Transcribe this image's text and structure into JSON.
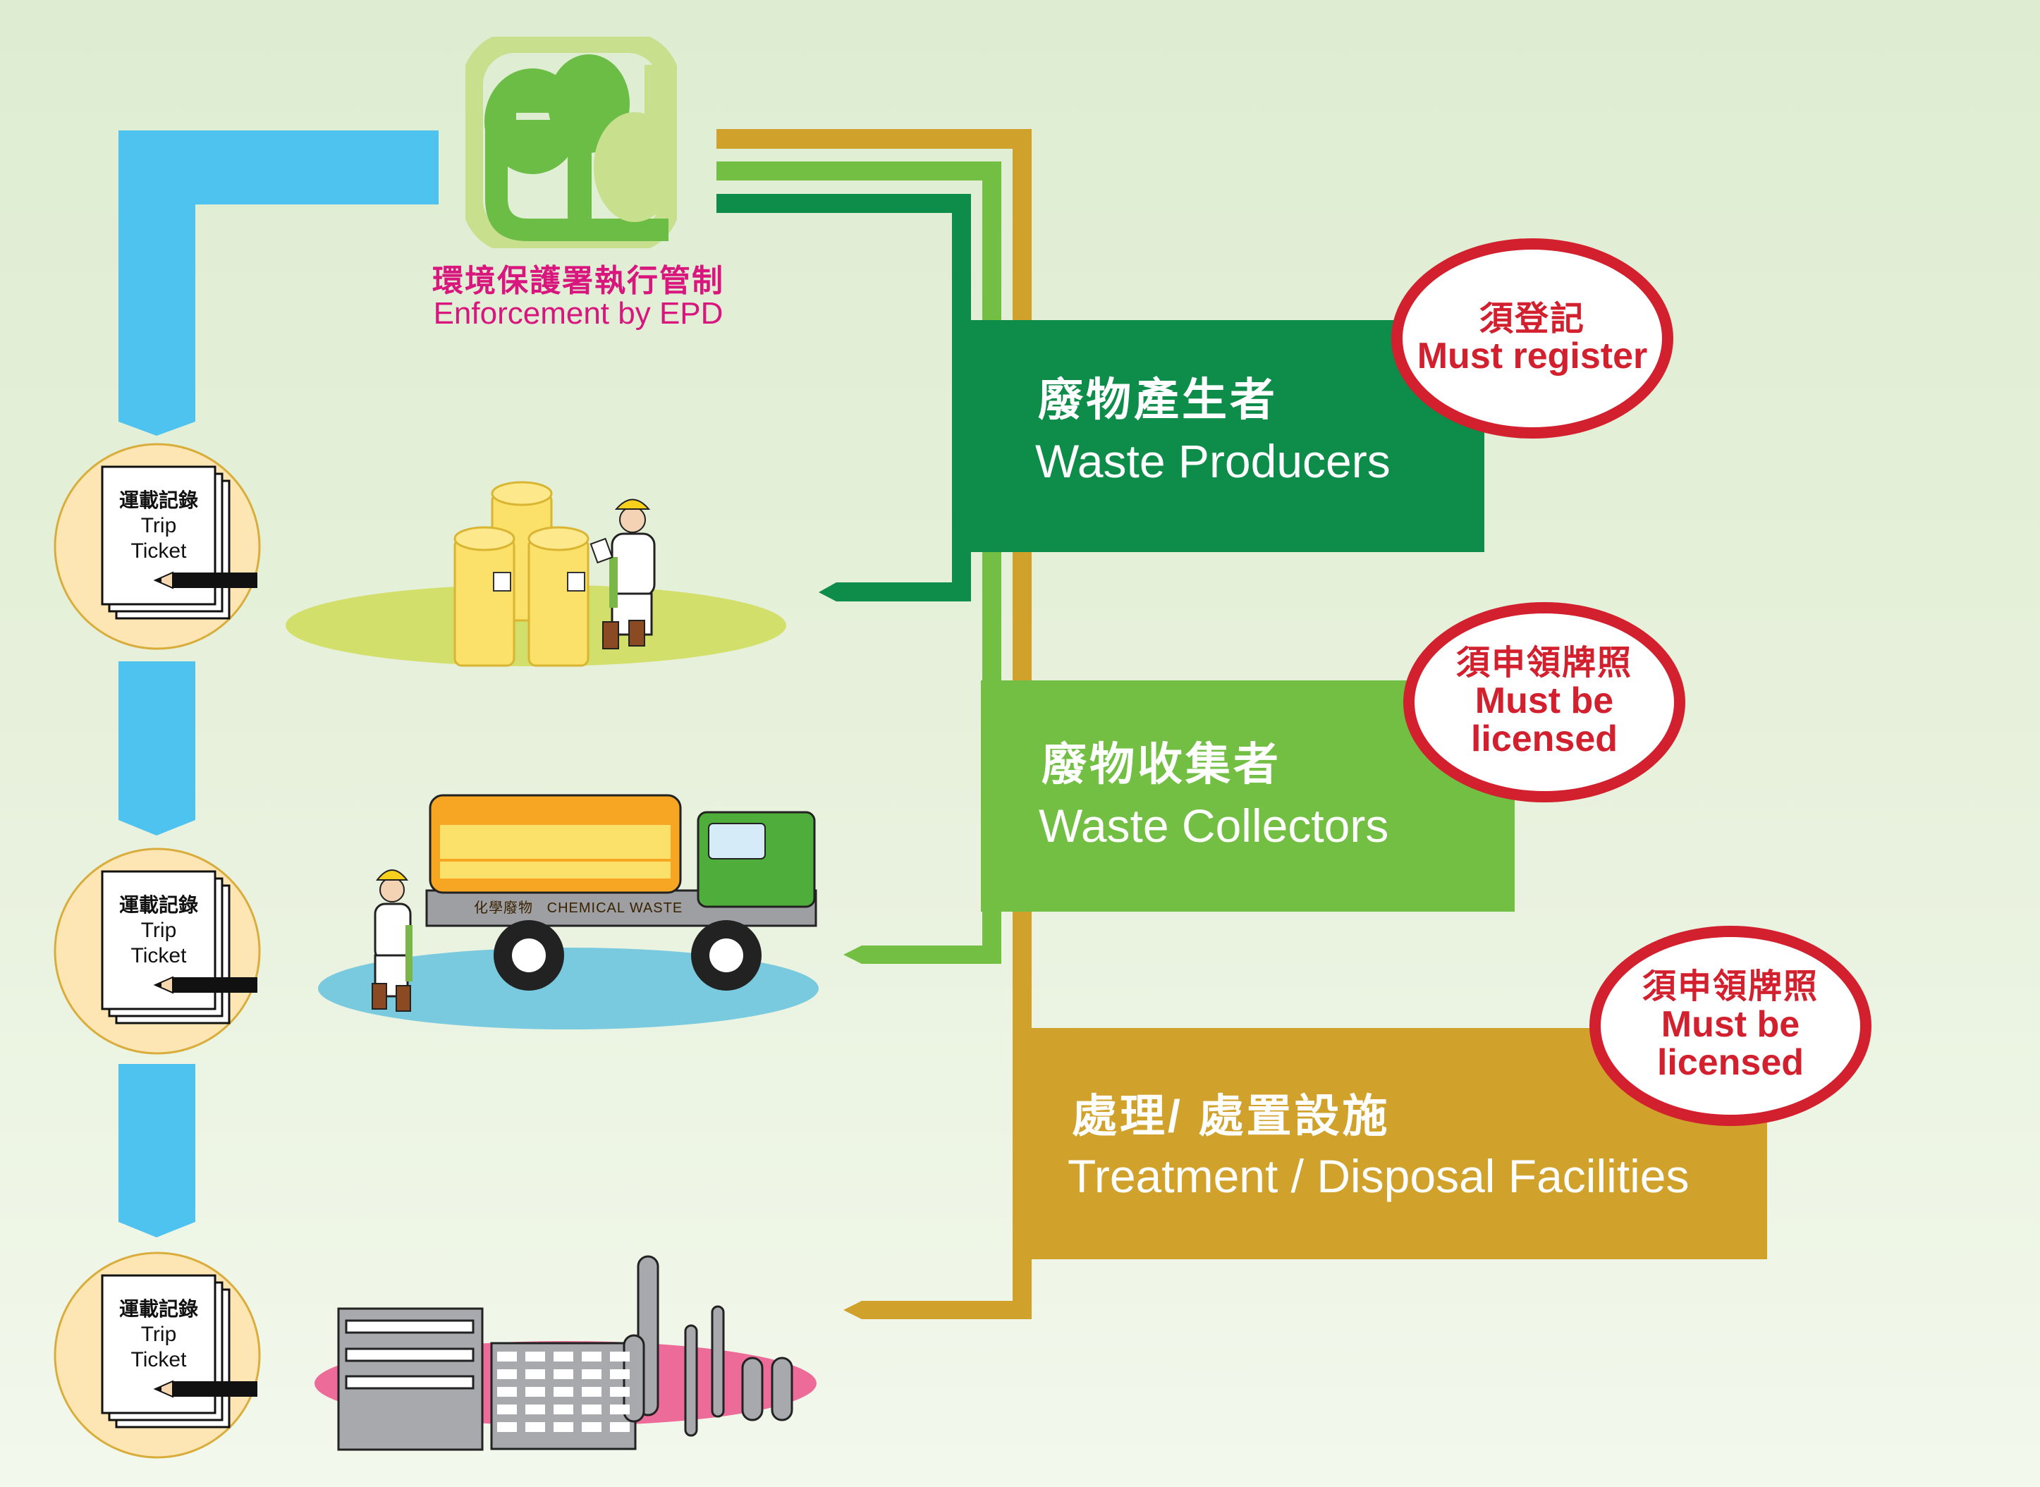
{
  "authority": {
    "name_zh": "環境保護署執行管制",
    "name_en": "Enforcement by EPD",
    "logo_letters": "EPD",
    "logo_icon": "epd-logo"
  },
  "stages": [
    {
      "id": "producers",
      "title_zh": "廢物產生者",
      "title_en": "Waste Producers",
      "color": "#0d8c4a",
      "requirement_zh": "須登記",
      "requirement_en": "Must register",
      "illustration": "drums-and-worker"
    },
    {
      "id": "collectors",
      "title_zh": "廢物收集者",
      "title_en": "Waste Collectors",
      "color": "#72bf44",
      "requirement_zh": "須申領牌照",
      "requirement_en_line1": "Must be",
      "requirement_en_line2": "licensed",
      "illustration": "chemical-waste-truck",
      "truck_label_zh": "化學廢物",
      "truck_label_en": "CHEMICAL WASTE"
    },
    {
      "id": "facilities",
      "title_zh": "處理/ 處置設施",
      "title_en": "Treatment / Disposal Facilities",
      "color": "#d0a22c",
      "requirement_zh": "須申領牌照",
      "requirement_en_line1": "Must be",
      "requirement_en_line2": "licensed",
      "illustration": "treatment-plant"
    }
  ],
  "trip_ticket": {
    "label_zh": "運載記錄",
    "label_en_line1": "Trip",
    "label_en_line2": "Ticket",
    "icon": "document-pencil-icon"
  },
  "colors": {
    "flow_blue": "#4fc3ef",
    "badge_red": "#d3202e",
    "logo_green": "#6cbd45",
    "logo_light": "#c8df8e",
    "caption_magenta": "#d8167e",
    "ticket_circle": "#fde6b4"
  }
}
